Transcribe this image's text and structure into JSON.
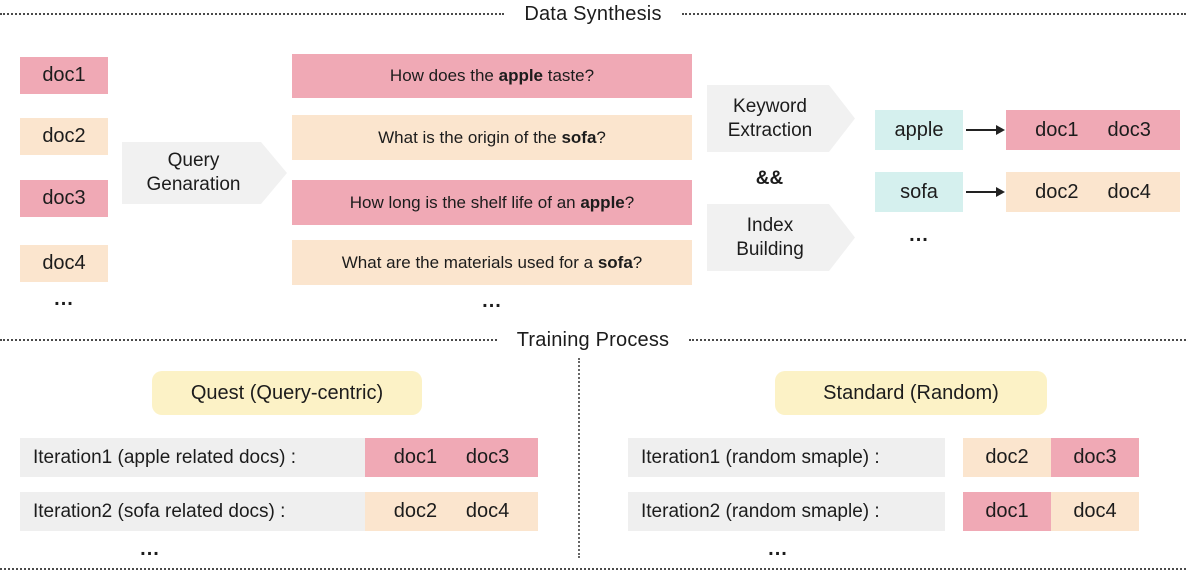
{
  "sections": {
    "data_synthesis": {
      "title": "Data Synthesis"
    },
    "training_process": {
      "title": "Training Process"
    }
  },
  "synthesis": {
    "docs": [
      {
        "label": "doc1",
        "color": "pink"
      },
      {
        "label": "doc2",
        "color": "peach"
      },
      {
        "label": "doc3",
        "color": "pink"
      },
      {
        "label": "doc4",
        "color": "peach"
      }
    ],
    "docs_ellipsis": "...",
    "query_generation_arrow": {
      "line1": "Query",
      "line2": "Genaration"
    },
    "queries": [
      {
        "prefix": "How does the ",
        "keyword": "apple",
        "suffix": " taste?",
        "color": "pink"
      },
      {
        "prefix": "What is the origin of the ",
        "keyword": "sofa",
        "suffix": "?",
        "color": "peach"
      },
      {
        "prefix": "How long is the shelf life of an ",
        "keyword": "apple",
        "suffix": "?",
        "color": "pink"
      },
      {
        "prefix": "What are the materials used for a ",
        "keyword": "sofa",
        "suffix": "?",
        "color": "peach"
      }
    ],
    "queries_ellipsis": "...",
    "keyword_extraction_arrow": {
      "line1": "Keyword",
      "line2": "Extraction"
    },
    "and_operator": "&&",
    "index_building_arrow": {
      "line1": "Index",
      "line2": "Building"
    },
    "index": [
      {
        "keyword": "apple",
        "docs": [
          "doc1",
          "doc3"
        ],
        "color": "pink"
      },
      {
        "keyword": "sofa",
        "docs": [
          "doc2",
          "doc4"
        ],
        "color": "peach"
      }
    ],
    "index_ellipsis": "..."
  },
  "training": {
    "quest": {
      "title": "Quest (Query-centric)",
      "iterations": [
        {
          "label": "Iteration1 (apple related docs) :",
          "docs": [
            "doc1",
            "doc3"
          ],
          "color": "pink"
        },
        {
          "label": "Iteration2 (sofa related docs) :",
          "docs": [
            "doc2",
            "doc4"
          ],
          "color": "peach"
        }
      ],
      "ellipsis": "..."
    },
    "standard": {
      "title": "Standard (Random)",
      "iterations": [
        {
          "label": "Iteration1 (random smaple) :",
          "docs": [
            {
              "label": "doc2",
              "color": "peach"
            },
            {
              "label": "doc3",
              "color": "pink"
            }
          ]
        },
        {
          "label": "Iteration2 (random smaple) :",
          "docs": [
            {
              "label": "doc1",
              "color": "pink"
            },
            {
              "label": "doc4",
              "color": "peach"
            }
          ]
        }
      ],
      "ellipsis": "..."
    }
  },
  "colors": {
    "pink": "#F0A9B5",
    "peach": "#FBE5CE",
    "cyan": "#D5F0EE",
    "yellow": "#FCF2C6",
    "row_gray": "#EFEFEF",
    "arrow_gray": "#F1F1F1",
    "text": "#1C1C1C"
  }
}
